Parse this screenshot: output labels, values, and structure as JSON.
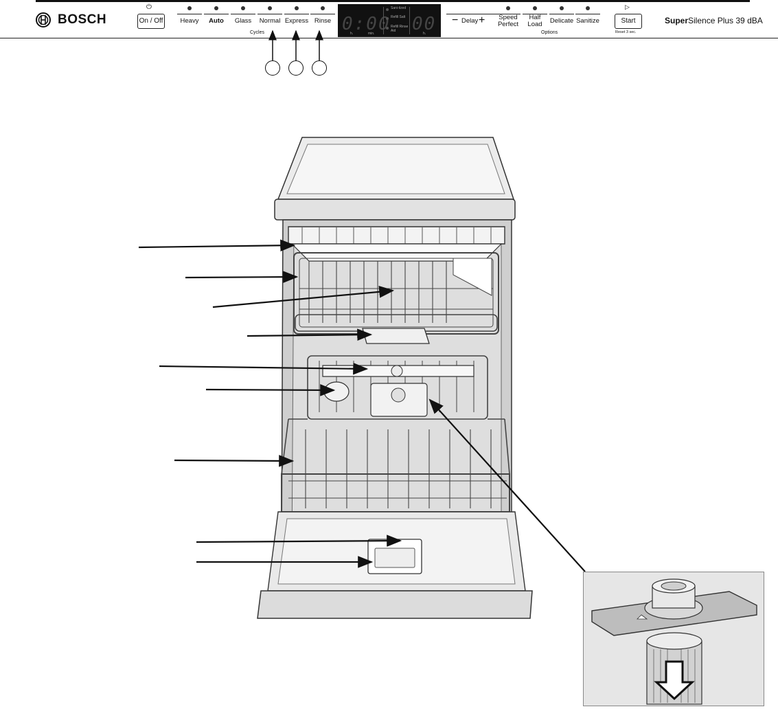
{
  "panel": {
    "brand": "BOSCH",
    "on_off": "On / Off",
    "cycles": [
      {
        "label": "Heavy",
        "bold": false
      },
      {
        "label": "Auto",
        "bold": true
      },
      {
        "label": "Glass",
        "bold": false
      },
      {
        "label": "Normal",
        "bold": false
      },
      {
        "label": "Express",
        "bold": false
      },
      {
        "label": "Rinse",
        "bold": false
      }
    ],
    "cycles_label": "Cycles",
    "display": {
      "time": "0:00",
      "hours": "00",
      "unit_h": "h.",
      "unit_min": "min.",
      "unit_h2": "h.",
      "indicators": [
        "Sani-tized",
        "Refill Salt",
        "Refill Rinse Aid"
      ]
    },
    "delay_label": "Delay",
    "minus": "−",
    "plus": "+",
    "options": [
      {
        "line1": "Speed",
        "line2": "Perfect"
      },
      {
        "line1": "Half",
        "line2": "Load"
      },
      {
        "line1": "Delicate",
        "line2": ""
      },
      {
        "line1": "Sanitize",
        "line2": ""
      }
    ],
    "options_label": "Options",
    "start": "Start",
    "reset": "Reset 3 sec.",
    "model_bold": "Super",
    "model_rest": "Silence Plus 39 dBA"
  },
  "icons": [
    "power-icon",
    "play-icon",
    "bosch-logo-icon",
    "arrow-down-icon"
  ]
}
